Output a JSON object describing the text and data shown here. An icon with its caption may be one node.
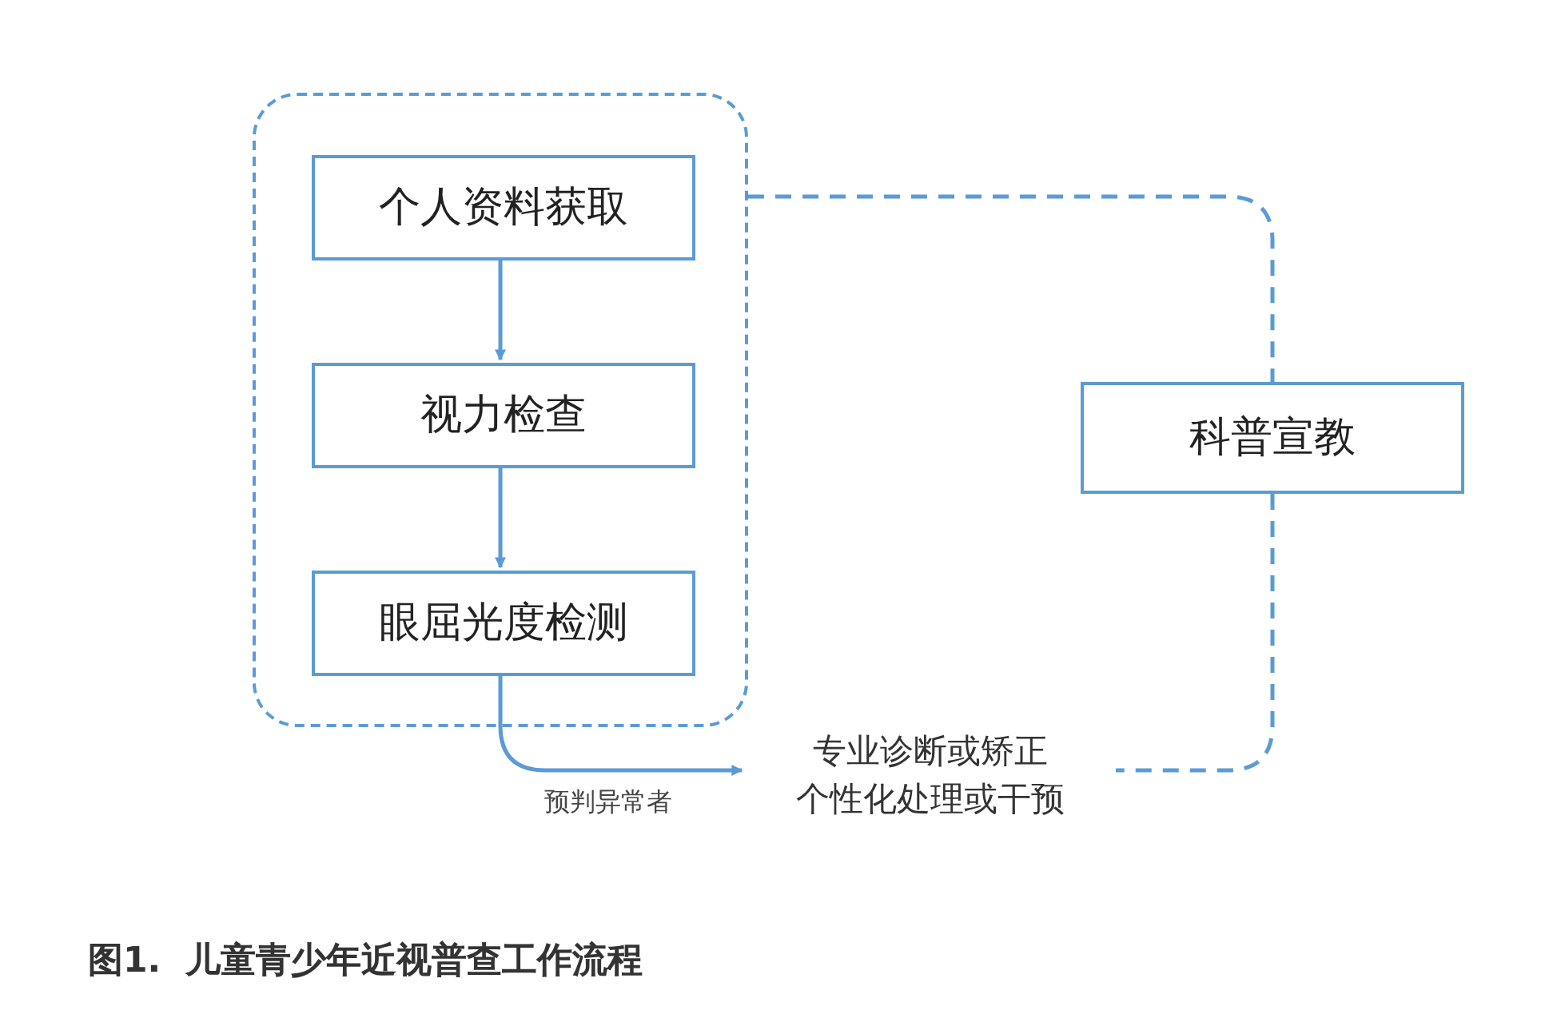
{
  "diagram": {
    "caption": "图1.  儿童青少年近视普查工作流程",
    "nodes": [
      {
        "text": [],
        "shape": "box"
      },
      {
        "text": [
          "个人资料获取"
        ],
        "in": 0
      },
      {
        "text": [
          "视力检查"
        ],
        "in": 0
      },
      {
        "text": [
          "眼屈光度检测"
        ],
        "in": 0
      },
      {
        "text": [
          "科普宣教"
        ]
      },
      {
        "text": [
          "专业诊断或矫正",
          "个性化处理或干预"
        ]
      }
    ],
    "edges": [
      {
        "from": 1,
        "to": 2,
        "arrow": "to"
      },
      {
        "from": 2,
        "to": 3,
        "arrow": "to"
      },
      {
        "from": 3,
        "to": 5,
        "arrow": "to",
        "label": "预判异常者"
      },
      {
        "from": 0,
        "to": 4,
        "arrow": "none",
        "style": "dashed"
      },
      {
        "from": 4,
        "to": 5,
        "arrow": "none",
        "style": "dashed"
      }
    ]
  }
}
